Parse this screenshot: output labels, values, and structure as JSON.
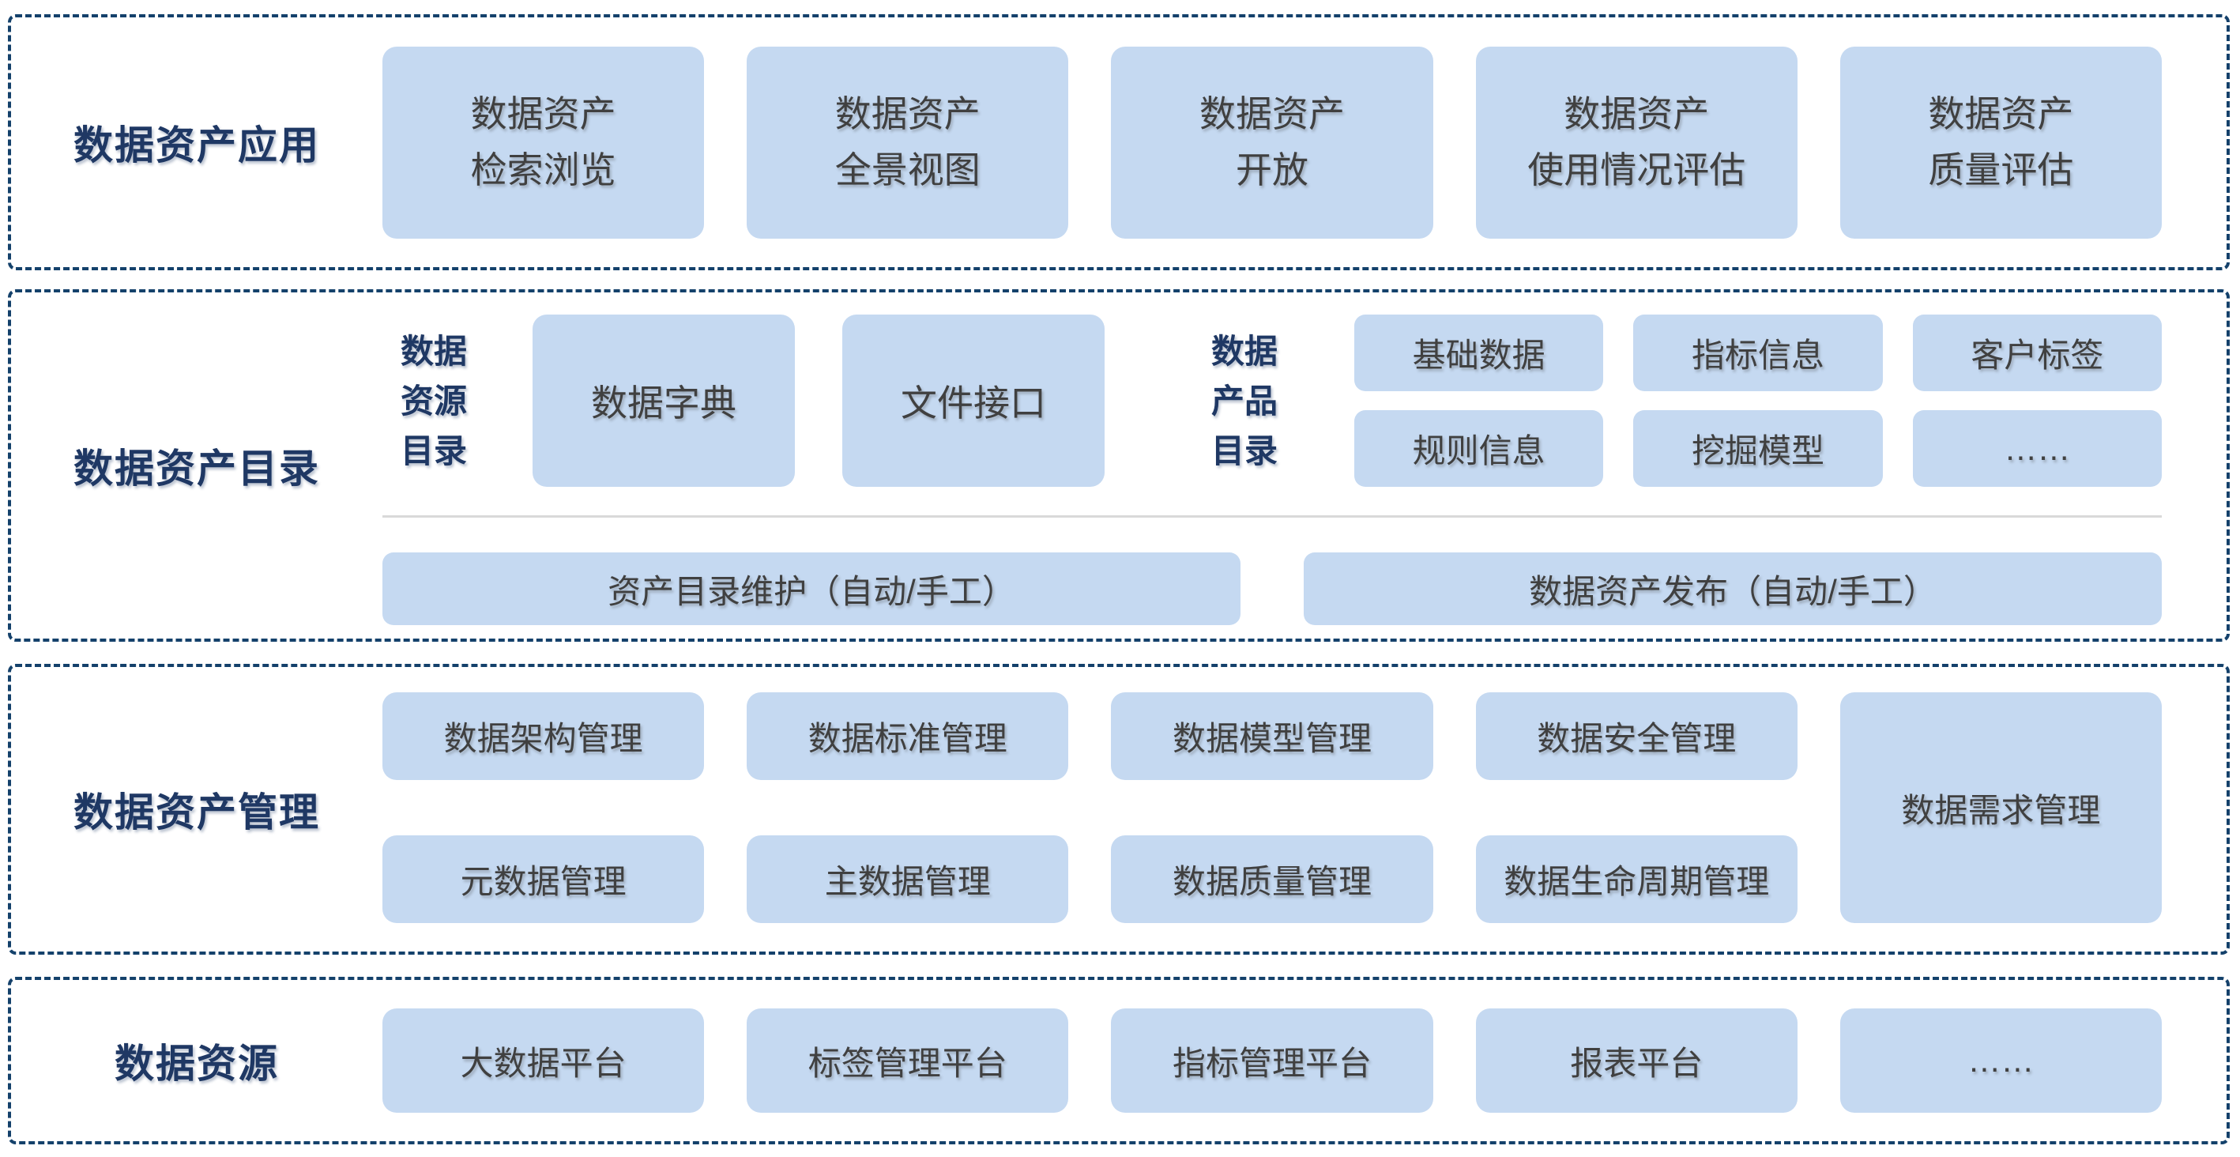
{
  "colors": {
    "section_label_text": "#1F3864",
    "dashed_border": "#14416B",
    "box_fill": "#C5D9F1",
    "box_text": "#404040",
    "separator": "#D9D9D9",
    "background": "#FFFFFF"
  },
  "sections": {
    "application": {
      "label": "数据资产应用",
      "boxes": [
        {
          "label": "数据资产\n检索浏览"
        },
        {
          "label": "数据资产\n全景视图"
        },
        {
          "label": "数据资产\n开放"
        },
        {
          "label": "数据资产\n使用情况评估"
        },
        {
          "label": "数据资产\n质量评估"
        }
      ]
    },
    "catalog": {
      "label": "数据资产目录",
      "resource_catalog": {
        "label": "数据\n资源\n目录",
        "boxes": [
          {
            "label": "数据字典"
          },
          {
            "label": "文件接口"
          }
        ]
      },
      "product_catalog": {
        "label": "数据\n产品\n目录",
        "boxes": [
          {
            "label": "基础数据"
          },
          {
            "label": "指标信息"
          },
          {
            "label": "客户标签"
          },
          {
            "label": "规则信息"
          },
          {
            "label": "挖掘模型"
          },
          {
            "label": "……"
          }
        ]
      },
      "bars": [
        {
          "label": "资产目录维护（自动/手工）"
        },
        {
          "label": "数据资产发布（自动/手工）"
        }
      ]
    },
    "management": {
      "label": "数据资产管理",
      "grid": [
        {
          "label": "数据架构管理"
        },
        {
          "label": "数据标准管理"
        },
        {
          "label": "数据模型管理"
        },
        {
          "label": "数据安全管理"
        },
        {
          "label": "元数据管理"
        },
        {
          "label": "主数据管理"
        },
        {
          "label": "数据质量管理"
        },
        {
          "label": "数据生命周期管理"
        }
      ],
      "tall_box": {
        "label": "数据需求管理"
      }
    },
    "resources": {
      "label": "数据资源",
      "boxes": [
        {
          "label": "大数据平台"
        },
        {
          "label": "标签管理平台"
        },
        {
          "label": "指标管理平台"
        },
        {
          "label": "报表平台"
        },
        {
          "label": "……"
        }
      ]
    }
  }
}
